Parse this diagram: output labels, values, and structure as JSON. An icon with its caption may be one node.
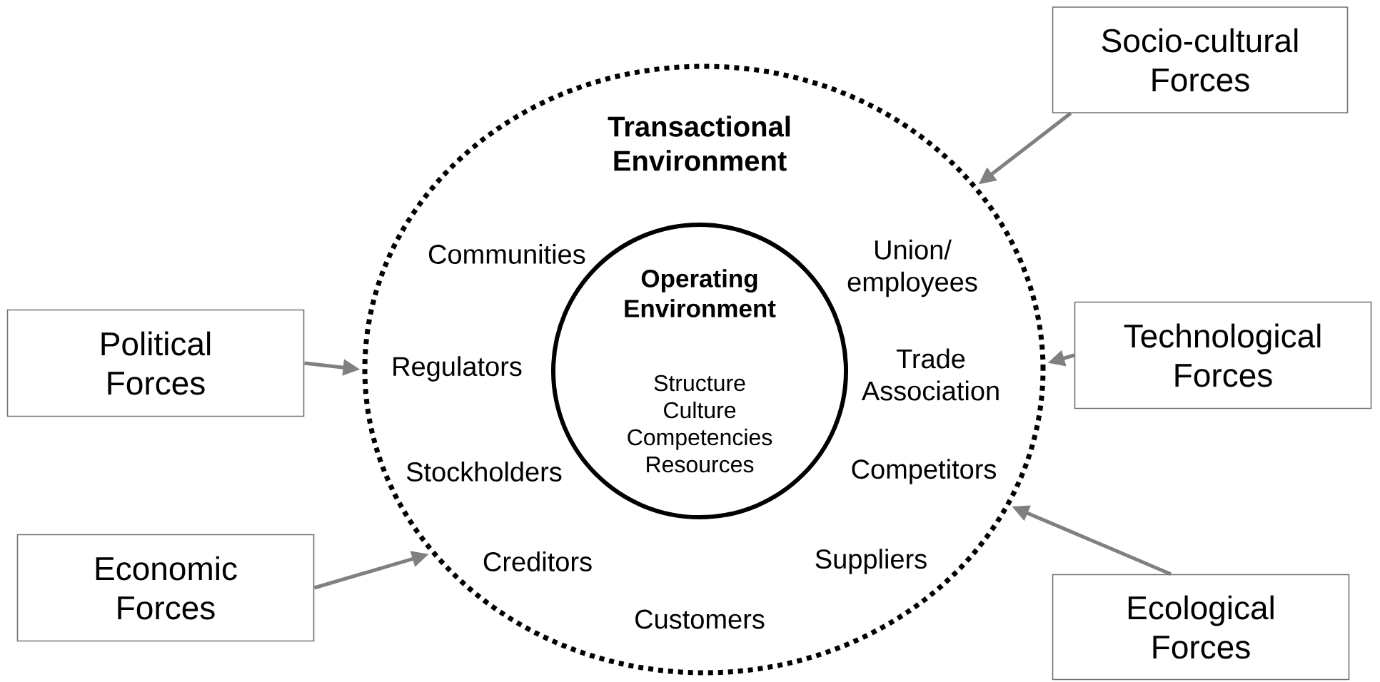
{
  "diagram": {
    "nodes": [
      {
        "text": [
          "Socio-cultural Forces"
        ]
      },
      {
        "text": [
          "Transactional Environment"
        ]
      },
      {
        "text": [
          "Operating Environment",
          "Structure Culture Competencies Resources"
        ],
        "in": 1
      },
      {
        "text": [
          "Political Forces"
        ]
      },
      {
        "text": [
          "Technological Forces"
        ]
      },
      {
        "text": [
          "Economic Forces"
        ]
      },
      {
        "text": [
          "Ecological Forces"
        ]
      }
    ],
    "edges": [
      {
        "from": 0,
        "to": 1,
        "arrow": "to"
      },
      {
        "from": 3,
        "to": 1,
        "arrow": "to"
      },
      {
        "from": 4,
        "to": 1,
        "arrow": "to"
      },
      {
        "from": 5,
        "to": 1,
        "arrow": "to"
      },
      {
        "from": 6,
        "to": 1,
        "arrow": "to"
      }
    ],
    "labels": [
      "Communities",
      "Union/ employees",
      "Regulators",
      "Trade Association",
      "Stockholders",
      "Competitors",
      "Creditors",
      "Suppliers",
      "Customers"
    ]
  }
}
